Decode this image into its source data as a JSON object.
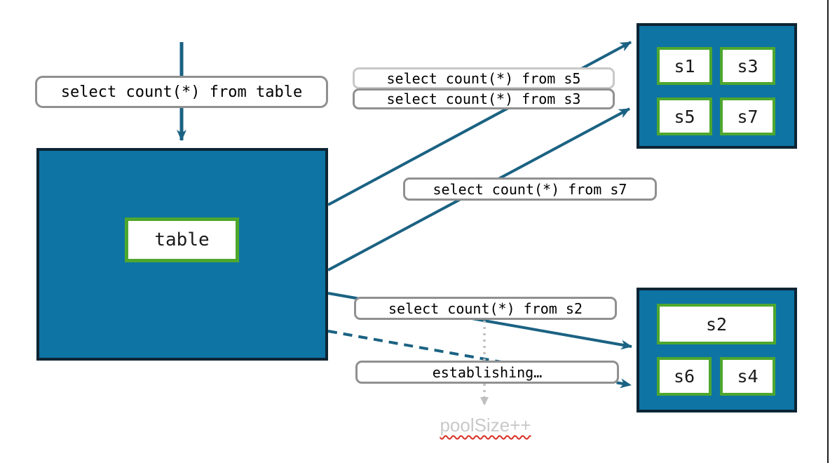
{
  "incoming_query": {
    "text": "select count(*) from table"
  },
  "main_table": {
    "label": "table"
  },
  "query_labels": {
    "s5": "select count(*) from s5",
    "s3": "select count(*) from s3",
    "s7": "select count(*) from s7",
    "s2": "select count(*) from s2",
    "establishing": "establishing…"
  },
  "top_pool": {
    "shards": [
      {
        "label": "s1"
      },
      {
        "label": "s3"
      },
      {
        "label": "s5"
      },
      {
        "label": "s7"
      }
    ]
  },
  "bottom_pool": {
    "shards": [
      {
        "label": "s2"
      },
      {
        "label": "s6"
      },
      {
        "label": "s4"
      }
    ]
  },
  "pool_size_note": {
    "text": "poolSize++"
  },
  "colors": {
    "pool_fill": "#0E74A4",
    "pool_border": "#0D2433",
    "shard_border": "#4EA72E",
    "arrow": "#1B6283",
    "label_border": "#909090",
    "label_border_light": "#C8C8C8",
    "muted_text": "#C9C9C9",
    "dotted_arrow": "#BFBFBF",
    "squiggle": "#D93025"
  }
}
